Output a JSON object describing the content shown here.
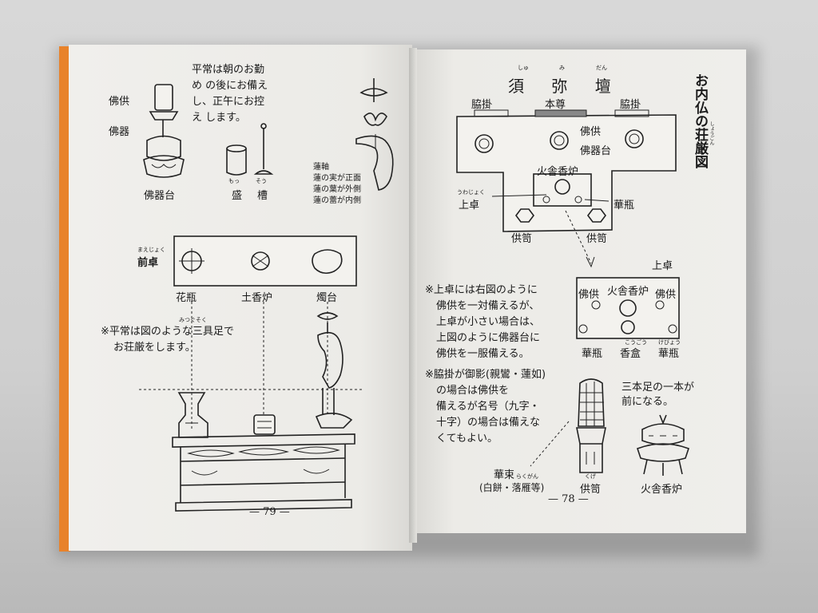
{
  "left_page": {
    "intro": [
      "平常は朝のお勤",
      "め の後にお備え",
      "し、正午にお控",
      "え します。"
    ],
    "label_butsugu": "佛供",
    "label_butsuki": "佛器",
    "label_butsukidai": "佛器台",
    "label_mori": "盛",
    "label_mori_ruby": "もっ",
    "label_sou": "槽",
    "label_sou_ruby": "そう",
    "lotus_notes": [
      "蓮軸",
      "蓮の実が正面",
      "蓮の葉が外側",
      "蓮の蕾が内側"
    ],
    "maejoku_ruby": "まえじょく",
    "maejoku": "前卓",
    "kabin": "花瓶",
    "dokoro": "土香炉",
    "shokudai": "燭台",
    "mitsugusoku_ruby": "みつぐそく",
    "note_lines": [
      "※平常は図のような三具足で",
      "お荘厳をします。"
    ],
    "page_number": "— 79 —"
  },
  "right_page": {
    "vertical_title": "お内仏の荘厳図",
    "title_ruby": "しょうごん",
    "shumidan_ruby": [
      "しゅ",
      "み",
      "だん"
    ],
    "shumidan": "須 弥 壇",
    "wakigake_left": "脇掛",
    "honzon": "本尊",
    "wakigake_right": "脇掛",
    "butsugu": "佛供",
    "butsukidai": "佛器台",
    "kashakoro": "火舎香炉",
    "uwajoku_ruby": "うわじょく",
    "uwajoku": "上卓",
    "kebyo": "華瓶",
    "kuge_left": "供笥",
    "kuge_right": "供笥",
    "inset_title": "上卓",
    "inset_butsugu_l": "佛供",
    "inset_kashakoro": "火舎香炉",
    "inset_butsugu_r": "佛供",
    "inset_kebyo_l": "華瓶",
    "inset_kogo": "香盒",
    "inset_kogo_ruby": "こうごう",
    "inset_kebyo_r": "華瓶",
    "inset_kebyo_ruby": "けびょう",
    "note1": [
      "※上卓には右図のように",
      "佛供を一対備えるが、",
      "上卓が小さい場合は、",
      "上図のように佛器台に",
      "佛供を一服備える。"
    ],
    "note2": [
      "※脇掛が御影(親鸞・蓮如)",
      "の場合は佛供を",
      "備えるが名号（九字・",
      "十字）の場合は備えな",
      "くてもよい。"
    ],
    "sanbonashi": [
      "三本足の一本が",
      "前になる。"
    ],
    "kesoku": "華束",
    "kesoku_sub": "(白餅・落雁等)",
    "kesoku_sub_ruby": "らくがん",
    "kuge_bottom": "供笥",
    "kuge_bottom_ruby": "くげ",
    "kashakoro_bottom": "火舎香炉",
    "page_number": "— 78 —"
  }
}
